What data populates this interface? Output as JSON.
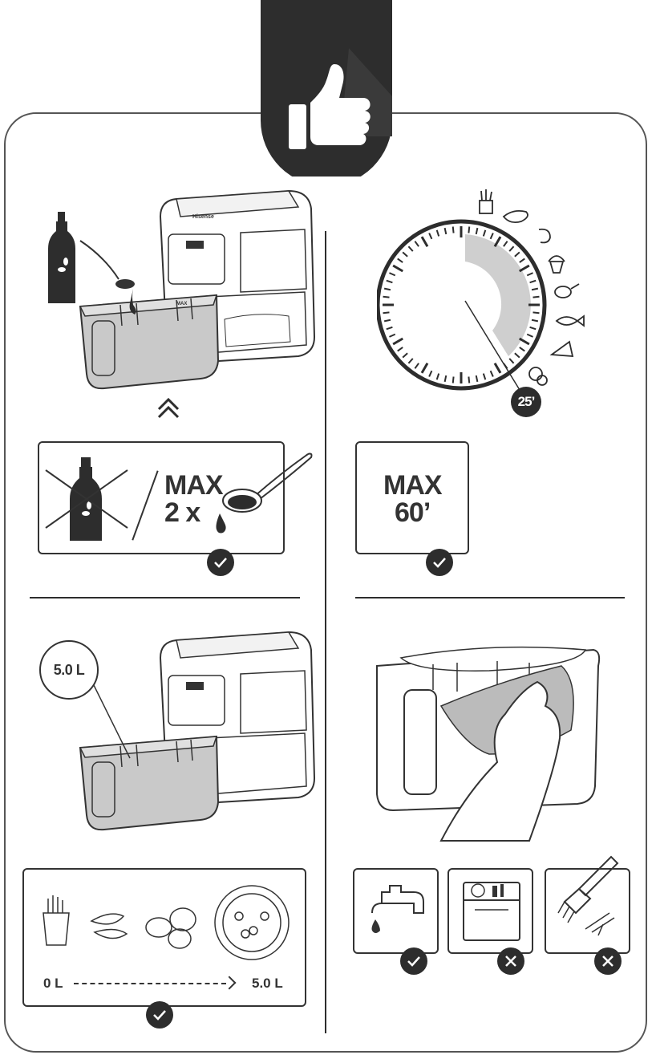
{
  "tips": {
    "oil": {
      "max_label": "MAX",
      "times_label": "2 x"
    },
    "time": {
      "max_label": "MAX",
      "minutes_label": "60’",
      "dial_badge": "25’"
    },
    "capacity": {
      "capacity_label": "5.0 L",
      "scale_start": "0 L",
      "scale_end": "5.0 L"
    },
    "appliance": {
      "brand": "Hisense",
      "basket_mark": "MAX"
    }
  },
  "status": {
    "oil_ok": "check-icon",
    "time_ok": "check-icon",
    "capacity_ok": "check-icon",
    "hand_wash": "check-icon",
    "dishwasher": "cross-icon",
    "brush": "cross-icon"
  },
  "colors": {
    "dark": "#2d2d2d",
    "basket": "#c9c9c9",
    "dial_segment": "#cfcfcf"
  }
}
